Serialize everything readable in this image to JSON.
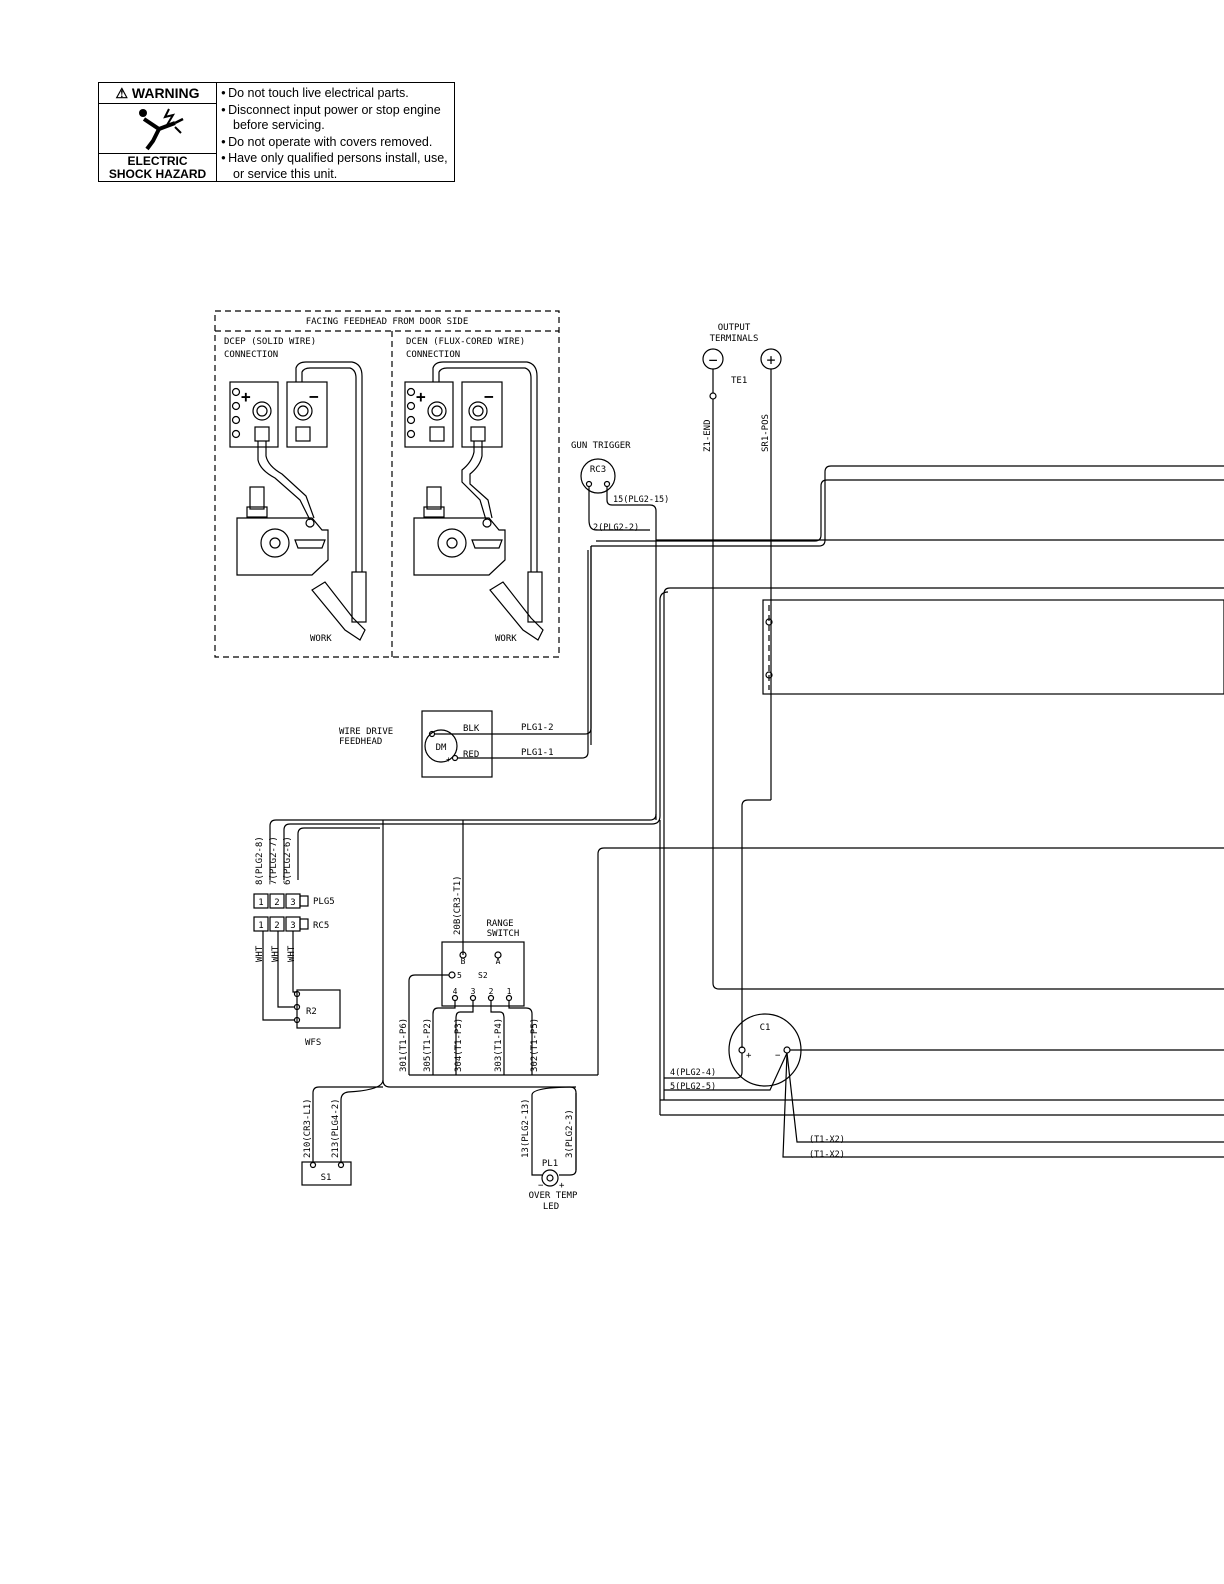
{
  "warning_label": {
    "header": "WARNING",
    "header_glyph": "⚠",
    "footer_line1": "ELECTRIC",
    "footer_line2": "SHOCK HAZARD",
    "icon": "electric-shock-icon",
    "bullets": [
      "Do not touch live electrical parts.",
      "Disconnect input power or stop engine before servicing.",
      "Do not operate with covers removed.",
      "Have only qualified persons install, use, or service this unit."
    ]
  },
  "feedhead_panel": {
    "title": "FACING FEEDHEAD FROM DOOR SIDE",
    "dcep_line1": "DCEP (SOLID WIRE)",
    "dcep_line2": "CONNECTION",
    "dcen_line1": "DCEN (FLUX-CORED WIRE)",
    "dcen_line2": "CONNECTION",
    "work_left": "WORK",
    "work_right": "WORK",
    "plus": "+",
    "minus": "−"
  },
  "output_terminals": {
    "line1": "OUTPUT",
    "line2": "TERMINALS",
    "neg": "−",
    "pos": "+",
    "te_label": "TE1",
    "neg_wire": "Z1-END",
    "pos_wire": "SR1-POS"
  },
  "gun_trigger": {
    "label": "GUN TRIGGER",
    "device": "RC3",
    "wire_15": "15(PLG2-15)",
    "wire_2": "2(PLG2-2)"
  },
  "wire_drive": {
    "line1": "WIRE DRIVE",
    "line2": "FEEDHEAD",
    "motor": "DM",
    "blk": "BLK",
    "red": "RED",
    "plg1_2": "PLG1-2",
    "plg1_1": "PLG1-1"
  },
  "wfs": {
    "wire_8": "8(PLG2-8)",
    "wire_7": "7(PLG2-7)",
    "wire_6": "6(PLG2-6)",
    "plug": "PLG5",
    "receptacle": "RC5",
    "pins": [
      "1",
      "2",
      "3"
    ],
    "wht": "WHT",
    "pot": "R2",
    "label": "WFS"
  },
  "range_switch": {
    "line1": "RANGE",
    "line2": "SWITCH",
    "wire_top": "20B(CR3-T1)",
    "b": "B",
    "a": "A",
    "s5": "5",
    "s2": "S2",
    "taps": [
      "4",
      "3",
      "2",
      "1"
    ],
    "wires": [
      "301(T1-P6)",
      "305(T1-P2)",
      "304(T1-P3)",
      "303(T1-P4)",
      "302(T1-P5)"
    ]
  },
  "s1": {
    "label": "S1",
    "wire_a": "210(CR3-L1)",
    "wire_b": "213(PLG4-2)"
  },
  "over_temp": {
    "device": "PL1",
    "line1": "OVER TEMP",
    "line2": "LED",
    "wire_a": "13(PLG2-13)",
    "wire_b": "3(PLG2-3)",
    "minus": "−",
    "plus": "+"
  },
  "capacitor": {
    "label": "C1",
    "plus": "+",
    "minus": "−",
    "wire_4": "4(PLG2-4)",
    "wire_5": "5(PLG2-5)",
    "tx2_a": "(T1-X2)",
    "tx2_b": "(T1-X2)"
  }
}
